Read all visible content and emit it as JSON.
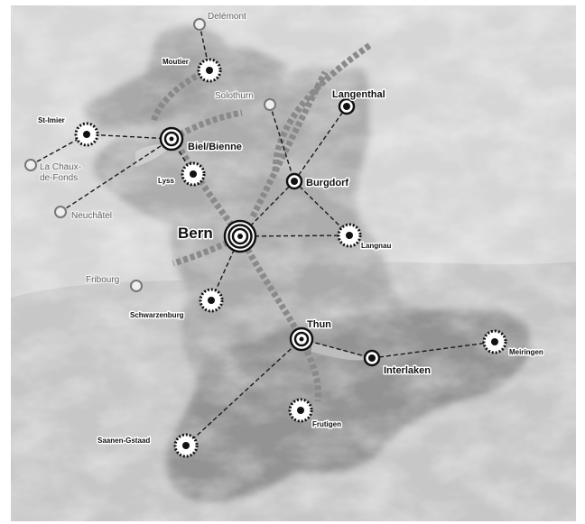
{
  "map": {
    "colors": {
      "background": "#ffffff",
      "terrain_light": "#d8d8d8",
      "terrain_region": "#b5b5b5",
      "terrain_alps": "#999999",
      "corridor": "#8c8c8c",
      "link": "#1a1a1a",
      "node_dark": "#111111",
      "external_node": "#777777"
    },
    "places": [
      {
        "id": "bern",
        "name": "Bern",
        "rank": "capital",
        "icon": "concentric-circles-icon"
      },
      {
        "id": "biel",
        "name": "Biel/Bienne",
        "rank": "major",
        "icon": "double-ring-icon"
      },
      {
        "id": "thun",
        "name": "Thun",
        "rank": "major",
        "icon": "double-ring-icon"
      },
      {
        "id": "langenthal",
        "name": "Langenthal",
        "rank": "regional",
        "icon": "ring-dot-icon"
      },
      {
        "id": "burgdorf",
        "name": "Burgdorf",
        "rank": "regional",
        "icon": "ring-dot-icon"
      },
      {
        "id": "interlaken",
        "name": "Interlaken",
        "rank": "regional",
        "icon": "ring-dot-icon"
      },
      {
        "id": "moutier",
        "name": "Moutier",
        "rank": "rural",
        "icon": "dotted-ring-icon"
      },
      {
        "id": "stimier",
        "name": "St-Imier",
        "rank": "rural",
        "icon": "dotted-ring-icon"
      },
      {
        "id": "lyss",
        "name": "Lyss",
        "rank": "rural",
        "icon": "dotted-ring-icon"
      },
      {
        "id": "langnau",
        "name": "Langnau",
        "rank": "rural",
        "icon": "dotted-ring-icon"
      },
      {
        "id": "schwarzenburg",
        "name": "Schwarzenburg",
        "rank": "rural",
        "icon": "dotted-ring-icon"
      },
      {
        "id": "meiringen",
        "name": "Meiringen",
        "rank": "rural",
        "icon": "dotted-ring-icon"
      },
      {
        "id": "frutigen",
        "name": "Frutigen",
        "rank": "rural",
        "icon": "dotted-ring-icon"
      },
      {
        "id": "saanen",
        "name": "Saanen-Gstaad",
        "rank": "rural",
        "icon": "dotted-ring-icon"
      },
      {
        "id": "delemont",
        "name": "Delémont",
        "rank": "external",
        "icon": "hollow-circle-icon"
      },
      {
        "id": "solothurn",
        "name": "Solothurn",
        "rank": "external",
        "icon": "hollow-circle-icon"
      },
      {
        "id": "lachaux",
        "name": "La Chaux-de-Fonds",
        "name_line1": "La Chaux-",
        "name_line2": "de-Fonds",
        "rank": "external",
        "icon": "hollow-circle-icon"
      },
      {
        "id": "neuchatel",
        "name": "Neuchâtel",
        "rank": "external",
        "icon": "hollow-circle-icon"
      },
      {
        "id": "fribourg",
        "name": "Fribourg",
        "rank": "external",
        "icon": "hollow-circle-icon"
      }
    ]
  }
}
